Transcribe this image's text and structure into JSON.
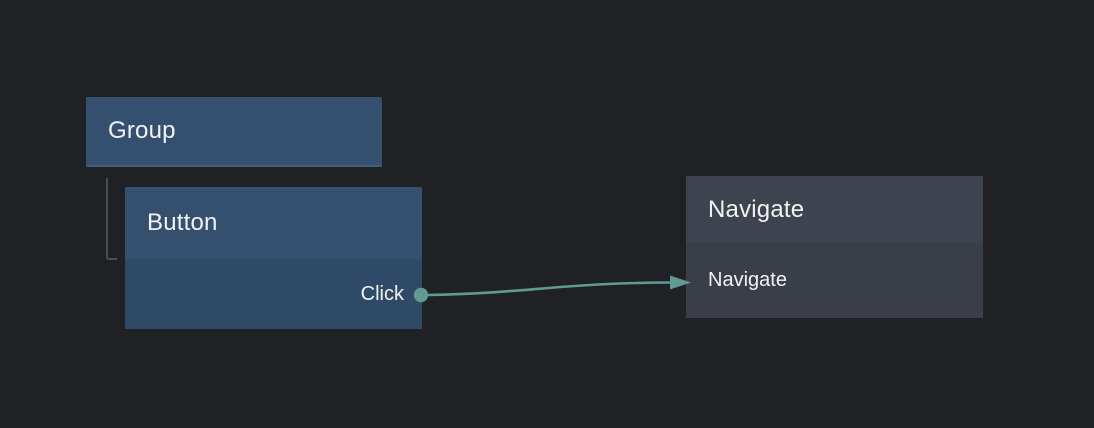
{
  "canvas": {
    "background": "#1f2124"
  },
  "colors": {
    "event_node_header": "#35506e",
    "event_node_body": "#2f4a66",
    "action_node_header": "#3e4350",
    "action_node_body": "#3a3e49",
    "connection": "#619a92",
    "tree_line": "#4b4d50",
    "text_primary": "#f2f2f2"
  },
  "nodes": {
    "group": {
      "title": "Group"
    },
    "button": {
      "title": "Button",
      "output_port_label": "Click"
    },
    "navigate": {
      "title": "Navigate",
      "body_label": "Navigate"
    }
  }
}
